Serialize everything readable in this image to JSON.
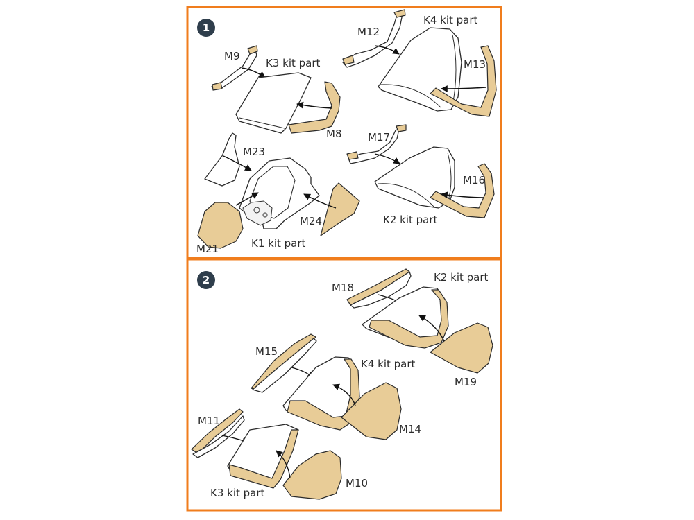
{
  "colors": {
    "frame": "#f07d1d",
    "mask": "#e8cc97",
    "step_badge": "#2f3e4c",
    "outline": "#2b2b2b"
  },
  "steps": [
    {
      "number": "1",
      "labels": {
        "m9": "M9",
        "k3": "K3 kit part",
        "m8": "M8",
        "m12": "M12",
        "k4": "K4 kit part",
        "m13": "M13",
        "m23": "M23",
        "m24": "M24",
        "m21": "M21",
        "k1": "K1 kit part",
        "m17": "M17",
        "m16": "M16",
        "k2": "K2 kit part"
      }
    },
    {
      "number": "2",
      "labels": {
        "m18": "M18",
        "k2": "K2 kit part",
        "m19": "M19",
        "m15": "M15",
        "k4": "K4 kit part",
        "m14": "M14",
        "m11": "M11",
        "k3": "K3 kit part",
        "m10": "M10"
      }
    }
  ]
}
